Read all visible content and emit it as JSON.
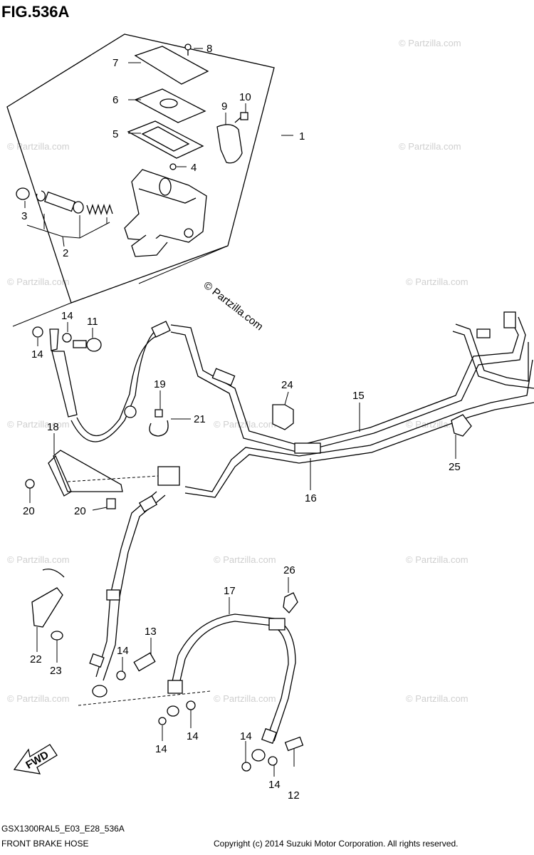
{
  "figure_title": "FIG.536A",
  "footer": {
    "code": "GSX1300RAL5_E03_E28_536A",
    "name": "FRONT BRAKE HOSE",
    "copyright": "Copyright (c) 2014 Suzuki Motor Corporation. All rights reserved."
  },
  "watermark": {
    "text": "© Partzilla.com",
    "repeat_text": "© Partzilla.com"
  },
  "fwd_label": "FWD",
  "callouts": {
    "c1": "1",
    "c2": "2",
    "c3": "3",
    "c4": "4",
    "c5": "5",
    "c6": "6",
    "c7": "7",
    "c8": "8",
    "c9": "9",
    "c10": "10",
    "c11": "11",
    "c12": "12",
    "c13": "13",
    "c14a": "14",
    "c14b": "14",
    "c14c": "14",
    "c14d": "14",
    "c14e": "14",
    "c14f": "14",
    "c14g": "14",
    "c15": "15",
    "c16": "16",
    "c17": "17",
    "c18": "18",
    "c19": "19",
    "c20a": "20",
    "c20b": "20",
    "c21": "21",
    "c22": "22",
    "c23": "23",
    "c24": "24",
    "c25": "25",
    "c26": "26"
  }
}
